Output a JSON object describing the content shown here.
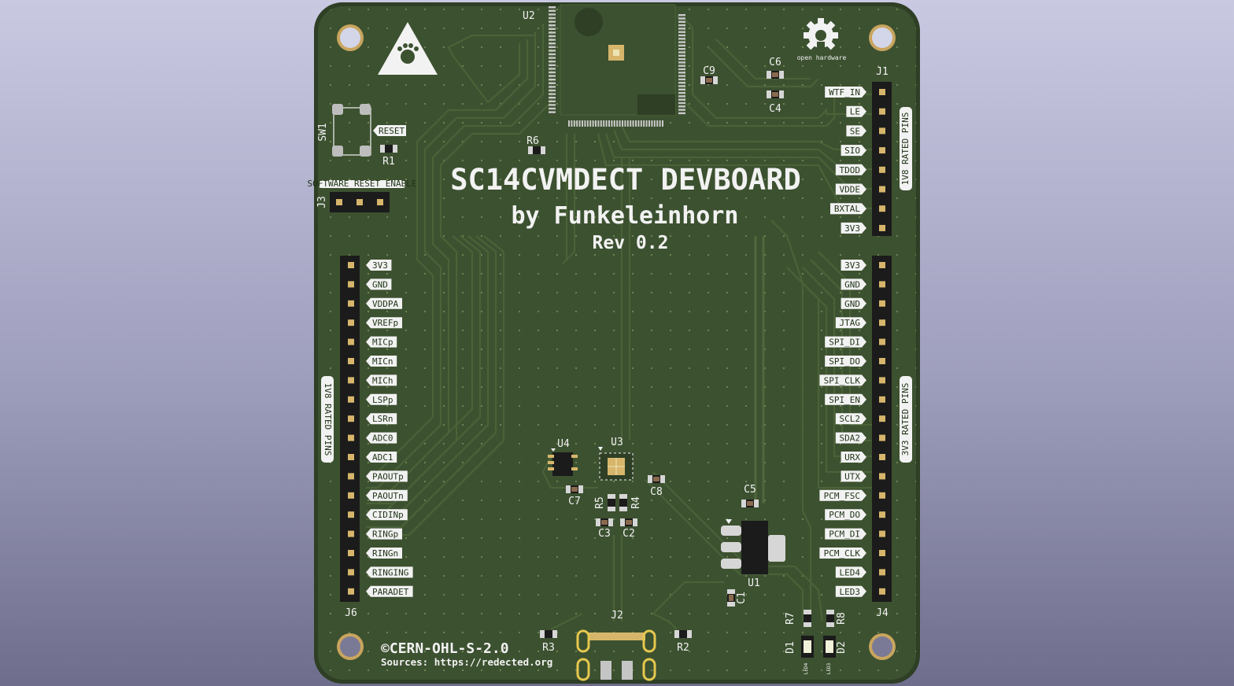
{
  "board": {
    "title": "SC14CVMDECT DEVBOARD",
    "author": "by Funkeleinhorn",
    "revision": "Rev 0.2",
    "license": "©CERN-OHL-S-2.0",
    "sources": "Sources: https://redected.org",
    "oshw_caption": "open hardware"
  },
  "colors": {
    "board": "#3c5130",
    "edge": "#2e3f25",
    "copper": "#4a6238",
    "silkscreen": "#f2f2f2",
    "pad": "#d7b66c",
    "header_body": "#1b1b1b"
  },
  "designators": {
    "U1": "U1",
    "U2": "U2",
    "U3": "U3",
    "U4": "U4",
    "C1": "C1",
    "C2": "C2",
    "C3": "C3",
    "C4": "C4",
    "C5": "C5",
    "C6": "C6",
    "C7": "C7",
    "C8": "C8",
    "C9": "C9",
    "R1": "R1",
    "R2": "R2",
    "R3": "R3",
    "R4": "R4",
    "R5": "R5",
    "R6": "R6",
    "R7": "R7",
    "R8": "R8",
    "D1": "D1",
    "D2": "D2",
    "J1": "J1",
    "J2": "J2",
    "J3": "J3",
    "J4": "J4",
    "J6": "J6",
    "SW1": "SW1"
  },
  "sw1_label": "RESET",
  "j3_label": "SOFTWARE RESET ENABLE",
  "led_labels": [
    "LED4",
    "LED3"
  ],
  "j1": {
    "rating": "1V8 RATED PINS",
    "pins": [
      "WTF_IN",
      "LE",
      "SE",
      "SIO",
      "TDOD",
      "VDDE",
      "BXTAL",
      "3V3"
    ]
  },
  "j4": {
    "rating": "3V3 RATED PINS",
    "pins": [
      "3V3",
      "GND",
      "GND",
      "JTAG",
      "SPI_DI",
      "SPI_DO",
      "SPI_CLK",
      "SPI_EN",
      "SCL2",
      "SDA2",
      "URX",
      "UTX",
      "PCM_FSC",
      "PCM_DO",
      "PCM_DI",
      "PCM_CLK",
      "LED4",
      "LED3"
    ]
  },
  "j6": {
    "rating": "1V8 RATED PINS",
    "pins": [
      "3V3",
      "GND",
      "VDDPA",
      "VREFp",
      "MICp",
      "MICn",
      "MICh",
      "LSPp",
      "LSRn",
      "ADC0",
      "ADC1",
      "PAOUTp",
      "PAOUTn",
      "CIDINp",
      "RINGp",
      "RINGn",
      "RINGING",
      "PARADET"
    ]
  }
}
